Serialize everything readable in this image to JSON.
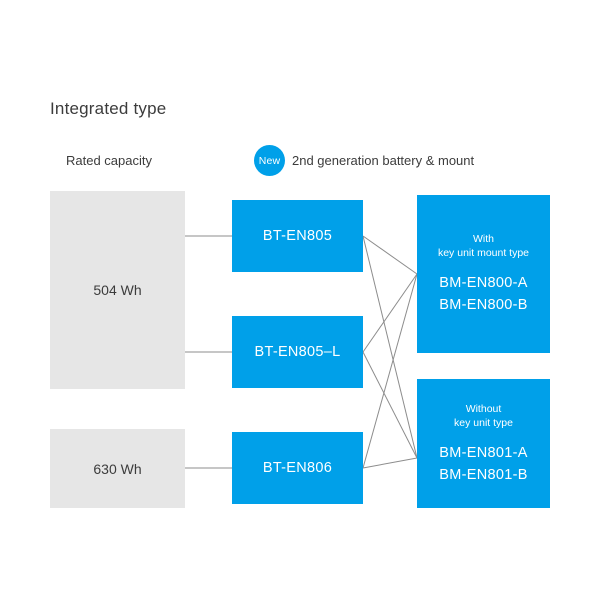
{
  "diagram": {
    "title": "Integrated type",
    "legend": {
      "rated_capacity_label": "Rated capacity",
      "new_badge": "New",
      "generation_label": "2nd generation battery & mount"
    },
    "colors": {
      "accent": "#00a0e9",
      "gray": "#e6e6e6",
      "text": "#3c3c3c",
      "line": "#8c8c8c"
    },
    "capacities": [
      {
        "label": "504 Wh"
      },
      {
        "label": "630 Wh"
      }
    ],
    "batteries": [
      {
        "label": "BT-EN805"
      },
      {
        "label": "BT-EN805–L"
      },
      {
        "label": "BT-EN806"
      }
    ],
    "mounts": [
      {
        "subtitle_line1": "With",
        "subtitle_line2": "key unit mount type",
        "code1": "BM-EN800-A",
        "code2": "BM-EN800-B"
      },
      {
        "subtitle_line1": "Without",
        "subtitle_line2": "key unit type",
        "code1": "BM-EN801-A",
        "code2": "BM-EN801-B"
      }
    ]
  }
}
